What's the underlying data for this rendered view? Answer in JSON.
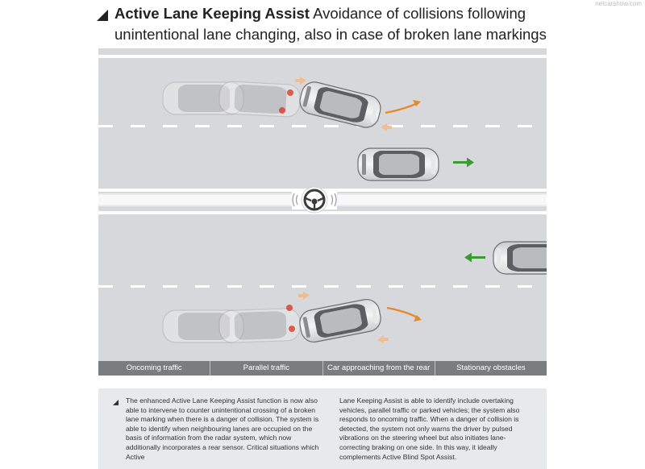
{
  "header": {
    "title_bold": "Active Lane Keeping Assist",
    "title_rest": " Avoidance of collisions following unintentional lane changing, also in case of broken lane markings"
  },
  "watermark": "netcarshow.com",
  "legend": [
    "Oncoming traffic",
    "Parallel traffic",
    "Car approaching from the rear",
    "Stationary obstacles"
  ],
  "body_text": {
    "col1": "The enhanced Active Lane Keeping Assist function is now also able to intervene to counter unintentional crossing of a broken lane marking when there is a danger of collision. The system is able to identify when neighbouring lanes are occupied on the basis of information from the radar system, which now additionally incorporates a rear sensor. Critical situations which Active",
    "col2": "Lane Keeping Assist is able to identify include overtaking vehicles, parallel traffic or parked vehicles; the system also responds to oncoming traffic. When a danger of collision is detected, the system not only warns the driver by pulsed vibrations on the steering wheel but also initiates lane-correcting braking on one side. In this way, it ideally complements Active Blind Spot Assist."
  },
  "colors": {
    "road": "#d7d8db",
    "legend_bg": "#7a7c80",
    "text_bg": "#e8e9eb",
    "arrow_orange": "#e8892a",
    "arrow_green": "#3c9a32",
    "brake_red": "#d7301f"
  }
}
